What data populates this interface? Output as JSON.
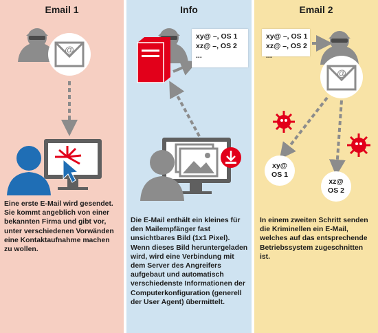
{
  "panels": [
    {
      "title": "Email 1",
      "desc": "Eine erste E-Mail wird gesendet. Sie kommt angeblich von einer bekannten Firma und gibt vor, unter verschiedenen Vorwänden eine Kontaktaufnahme machen zu wollen."
    },
    {
      "title": "Info",
      "desc": "Die E-Mail enthält ein kleines für den Mailempfänger fast unsichtbares Bild (1x1 Pixel). Wenn dieses Bild heruntergeladen wird, wird eine Verbindung mit dem Server des Angreifers aufgebaut und automatisch verschiedenste Informationen der Computerkonfiguration (generell der User Agent) übermittelt."
    },
    {
      "title": "Email 2",
      "desc": "In einem zweiten Schritt senden die Kriminellen ein E-Mail, welches auf das entsprechende Betriebssystem zugeschnitten ist."
    }
  ],
  "info_box": {
    "lines": [
      "xy@ –, OS 1",
      "xz@ –, OS 2",
      "..."
    ]
  },
  "email2_box": {
    "lines": [
      "xy@ –, OS 1",
      "xz@ –, OS 2",
      "..."
    ]
  },
  "targets": [
    {
      "line1": "xy@",
      "line2": "OS 1"
    },
    {
      "line1": "xz@",
      "line2": "OS 2"
    }
  ],
  "icon_text": {
    "at_sign": "@"
  },
  "colors": {
    "panel_email1": "#f6cfc2",
    "panel_info": "#cfe3f1",
    "panel_email2": "#f8e3a6",
    "icon_gray": "#8c8c8c",
    "dark_gray": "#5f5f5f",
    "accent_red": "#e2001a",
    "user_blue": "#1f6eb5"
  },
  "icons": [
    "hacker-icon",
    "envelope-icon",
    "computer-icon",
    "user-icon",
    "cursor-icon",
    "server-icon",
    "download-icon",
    "image-icon",
    "virus-icon"
  ]
}
